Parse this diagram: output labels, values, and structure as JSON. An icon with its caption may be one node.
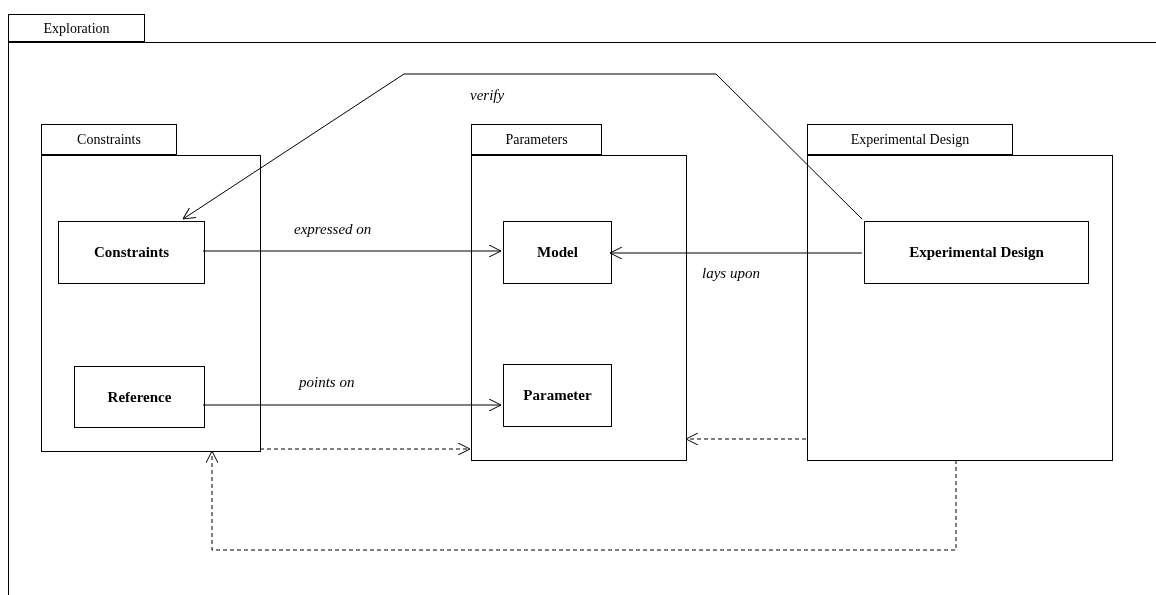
{
  "diagram": {
    "nodes": [
      {
        "text": [
          "Exploration"
        ]
      },
      {
        "text": [
          "Constraints"
        ],
        "in": 0
      },
      {
        "text": [
          "Parameters"
        ],
        "in": 0
      },
      {
        "text": [
          "Experimental Design"
        ],
        "in": 0
      },
      {
        "text": [
          "Constraints"
        ],
        "in": 1
      },
      {
        "text": [
          "Reference"
        ],
        "in": 1
      },
      {
        "text": [
          "Model"
        ],
        "in": 2
      },
      {
        "text": [
          "Parameter"
        ],
        "in": 2
      },
      {
        "text": [
          "Experimental Design"
        ],
        "in": 3
      }
    ],
    "edges": [
      {
        "from": 8,
        "to": 4,
        "arrow": "to",
        "label": "verify"
      },
      {
        "from": 4,
        "to": 6,
        "arrow": "to",
        "label": "expressed on"
      },
      {
        "from": 8,
        "to": 6,
        "arrow": "to",
        "label": "lays upon"
      },
      {
        "from": 5,
        "to": 7,
        "arrow": "to",
        "label": "points on"
      },
      {
        "from": 1,
        "to": 2,
        "arrow": "to",
        "style": "dashed"
      },
      {
        "from": 3,
        "to": 2,
        "arrow": "to",
        "style": "dashed"
      },
      {
        "from": 3,
        "to": 1,
        "arrow": "to",
        "style": "dashed"
      }
    ]
  }
}
